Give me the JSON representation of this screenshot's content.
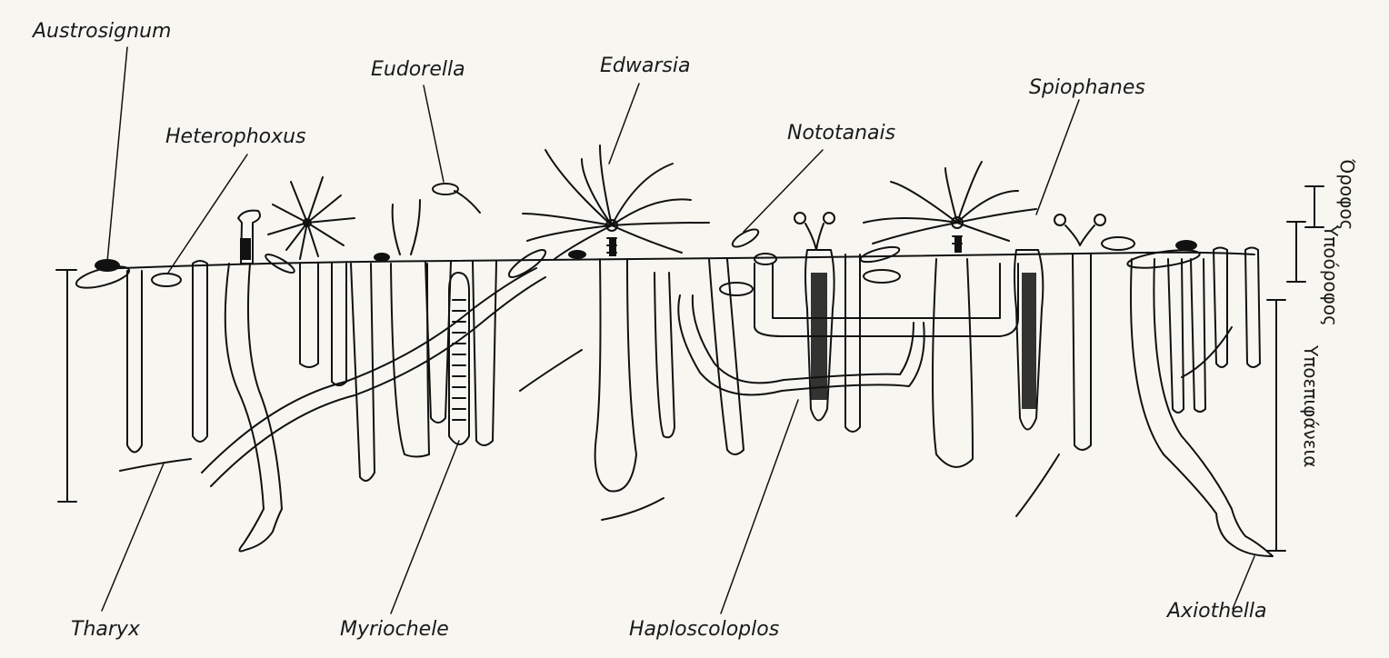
{
  "labels": {
    "austrosignum": "Austrosignum",
    "heterophoxus": "Heterophoxus",
    "eudorella": "Eudorella",
    "edwarsia": "Edwarsia",
    "nototanais": "Nototanais",
    "spiophanes": "Spiophanes",
    "tharyx": "Tharyx",
    "myriochele": "Myriochele",
    "haploscoloplos": "Haploscoloplos",
    "axiothella": "Axiothella"
  },
  "layers": {
    "orofos": "Όροφος",
    "ypoorofos": "Υποόροφος",
    "ypoepifaneia": "Υποεπιφάνεια"
  }
}
